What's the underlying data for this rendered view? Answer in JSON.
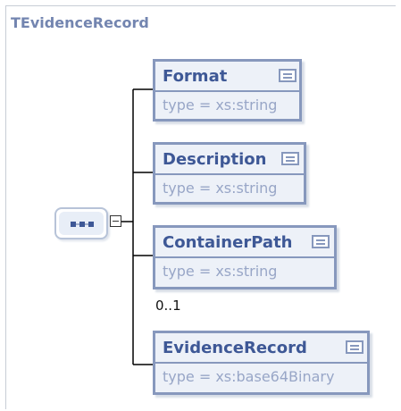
{
  "diagram": {
    "title": "TEvidenceRecord",
    "compositor": "sequence",
    "elements": [
      {
        "name": "Format",
        "type": "type = xs:string",
        "occurs": ""
      },
      {
        "name": "Description",
        "type": "type = xs:string",
        "occurs": ""
      },
      {
        "name": "ContainerPath",
        "type": "type = xs:string",
        "occurs": "0..1"
      },
      {
        "name": "EvidenceRecord",
        "type": "type = xs:base64Binary",
        "occurs": ""
      }
    ]
  },
  "colors": {
    "title": "#7385b0",
    "element_border": "#8798bd",
    "element_fill": "#edf1f8",
    "element_name": "#3e5896",
    "element_type": "#98a6c7"
  }
}
